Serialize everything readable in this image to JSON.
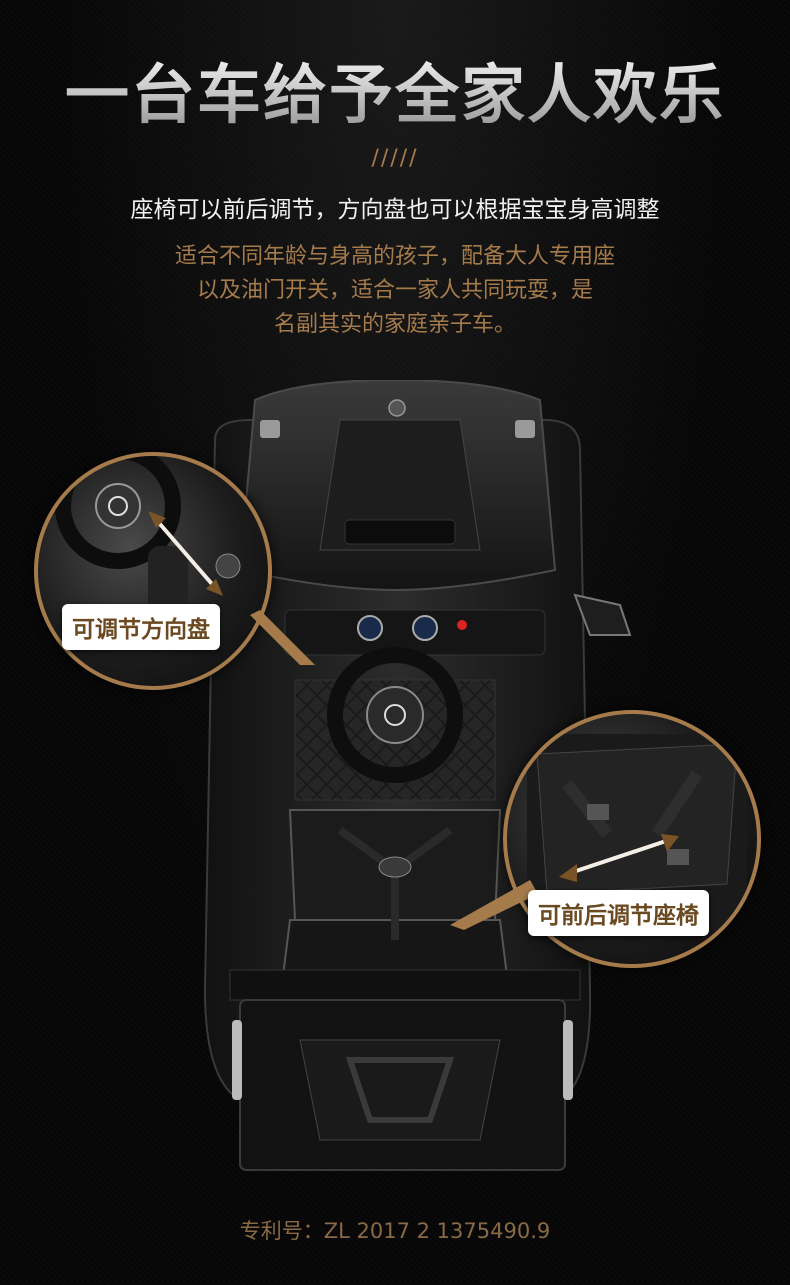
{
  "header": {
    "title": "一台车给予全家人欢乐",
    "slashes": "/////",
    "subtitle": "座椅可以前后调节，方向盘也可以根据宝宝身高调整",
    "description_lines": [
      "适合不同年龄与身高的孩子，配备大人专用座",
      "以及油门开关，适合一家人共同玩耍，是",
      "名副其实的家庭亲子车。"
    ]
  },
  "callouts": {
    "steering": {
      "label": "可调节方向盘"
    },
    "seat": {
      "label": "可前后调节座椅"
    }
  },
  "footer": {
    "patent": "专利号：ZL 2017 2 1375490.9"
  },
  "colors": {
    "background": "#060606",
    "accent": "#a57b4b",
    "title": "#e6e6e6",
    "tag_bg": "#ffffff",
    "tag_text": "#6b4a21"
  },
  "icons": {
    "brand_logo": "mercedes-star-icon",
    "arrow": "double-arrow-icon"
  }
}
